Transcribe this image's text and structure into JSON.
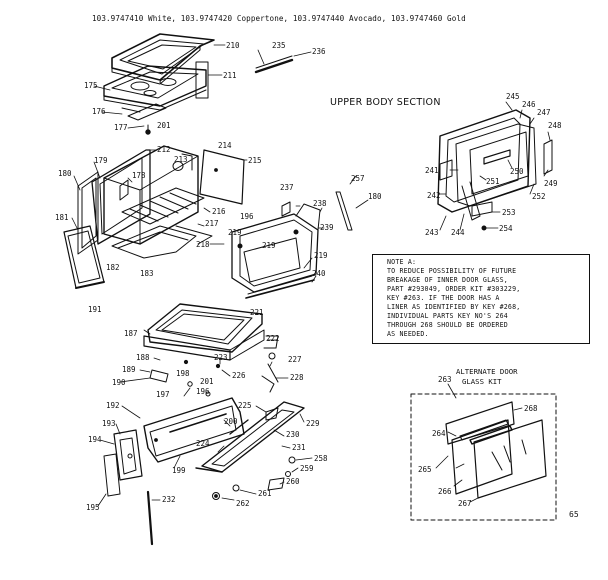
{
  "header_text": "103.9747410 White, 103.9747420 Coppertone, 103.9747440 Avocado, 103.9747460 Gold",
  "section_title": "UPPER BODY SECTION",
  "note": {
    "lines": [
      "NOTE A:",
      "TO REDUCE POSSIBILITY OF FUTURE",
      "BREAKAGE OF INNER DOOR GLASS,",
      "PART #293049, ORDER KIT #303229,",
      "KEY #263.  IF THE DOOR HAS A",
      "LINER AS IDENTIFIED BY KEY #268,",
      "INDIVIDUAL PARTS KEY NO'S 264",
      "THROUGH 268 SHOULD BE ORDERED",
      "AS NEEDED."
    ]
  },
  "alternate_kit": {
    "line1": "ALTERNATE DOOR",
    "line2": "GLASS KIT"
  },
  "page_number": "65",
  "part_labels": {
    "l175": "175",
    "l176": "176",
    "l177": "177",
    "l178": "178",
    "l179": "179",
    "l180": "180",
    "l180b": "180",
    "l181": "181",
    "l182": "182",
    "l183": "183",
    "l187": "187",
    "l188": "188",
    "l189": "189",
    "l190": "190",
    "l191": "191",
    "l192": "192",
    "l193": "193",
    "l194": "194",
    "l195": "195",
    "l196": "196",
    "l196b": "196",
    "l197": "197",
    "l198": "198",
    "l199": "199",
    "l200": "200",
    "l201": "201",
    "l201b": "201",
    "l210": "210",
    "l211": "211",
    "l212": "212",
    "l213": "213",
    "l214": "214",
    "l215": "215",
    "l216": "216",
    "l217": "217",
    "l218": "218",
    "l219": "219",
    "l219b": "219",
    "l219c": "219",
    "l221": "221",
    "l222": "222",
    "l223": "223",
    "l224": "224",
    "l225": "225",
    "l226": "226",
    "l227": "227",
    "l228": "228",
    "l229": "229",
    "l230": "230",
    "l231": "231",
    "l232": "232",
    "l235": "235",
    "l236": "236",
    "l237": "237",
    "l238": "238",
    "l239": "239",
    "l240": "240",
    "l241": "241",
    "l242": "242",
    "l243": "243",
    "l244": "244",
    "l245": "245",
    "l246": "246",
    "l247": "247",
    "l248": "248",
    "l249": "249",
    "l250": "250",
    "l251": "251",
    "l252": "252",
    "l253": "253",
    "l254": "254",
    "l257": "257",
    "l258": "258",
    "l259": "259",
    "l260": "260",
    "l261": "261",
    "l262": "262",
    "l263": "263",
    "l264": "264",
    "l265": "265",
    "l266": "266",
    "l267": "267",
    "l268": "268"
  }
}
